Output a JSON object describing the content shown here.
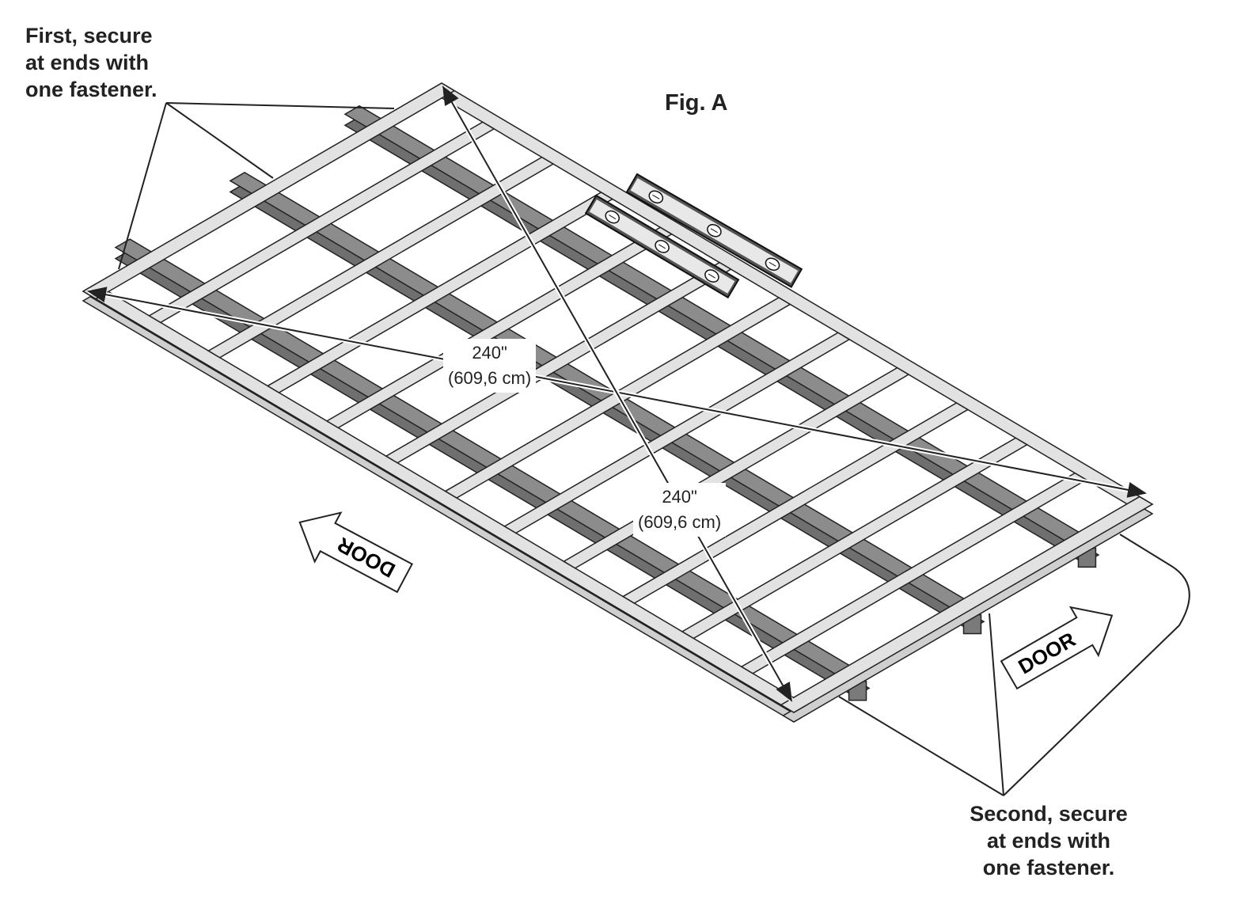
{
  "figure_label": "Fig. A",
  "notes": {
    "first": [
      "First, secure",
      "at ends with",
      "one fastener."
    ],
    "second": [
      "Second, secure",
      "at ends with",
      "one fastener."
    ]
  },
  "dimensions": [
    {
      "imperial": "240\"",
      "metric": "(609,6 cm)"
    },
    {
      "imperial": "240\"",
      "metric": "(609,6 cm)"
    }
  ],
  "door_labels": [
    "DOOR",
    "DOOR"
  ],
  "colors": {
    "frame": "#e2e2e2",
    "skid": "#8c8c8c",
    "line": "#222222",
    "level": "#444444"
  }
}
